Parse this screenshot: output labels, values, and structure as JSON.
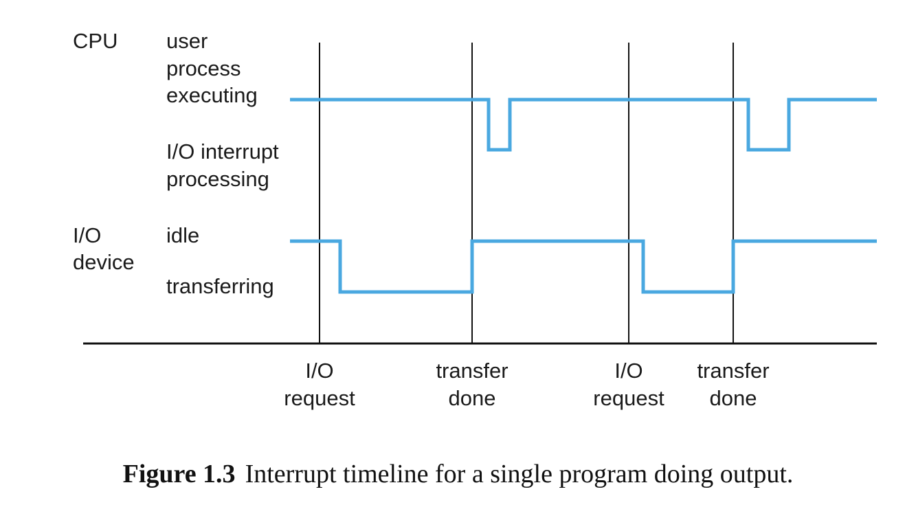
{
  "diagram": {
    "row_groups": {
      "cpu": "CPU",
      "io_line1": "I/O",
      "io_line2": "device"
    },
    "state_labels": {
      "user_line1": "user",
      "user_line2": "process",
      "user_line3": "executing",
      "intr_line1": "I/O interrupt",
      "intr_line2": "processing",
      "idle": "idle",
      "transferring": "transferring"
    },
    "events": [
      {
        "line1": "I/O",
        "line2": "request"
      },
      {
        "line1": "transfer",
        "line2": "done"
      },
      {
        "line1": "I/O",
        "line2": "request"
      },
      {
        "line1": "transfer",
        "line2": "done"
      }
    ],
    "colors": {
      "signal": "#4aa8e0",
      "axis": "#111111"
    }
  },
  "caption": {
    "number": "Figure 1.3",
    "text": "Interrupt timeline for a single program doing output."
  }
}
